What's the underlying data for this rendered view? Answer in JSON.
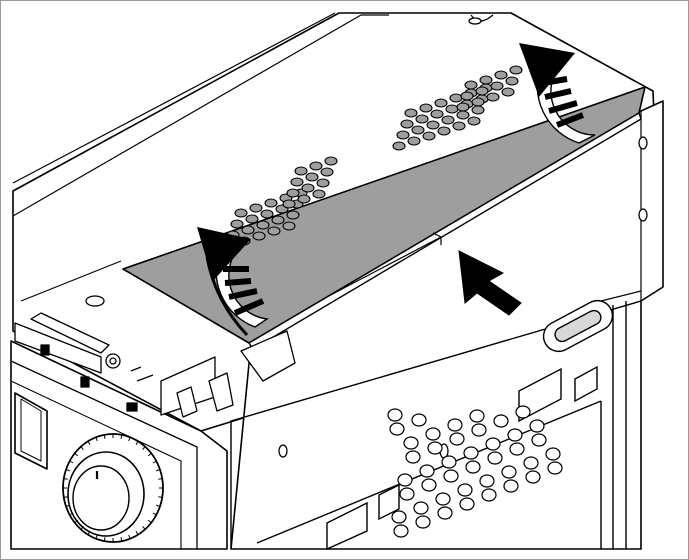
{
  "figure": {
    "kind": "technical-illustration",
    "subject": "device-chassis-top-cover-removal",
    "colors": {
      "line": "#000000",
      "cover_fill": "#9e9e9e",
      "chassis_fill": "#ffffff",
      "panel_fill": "#f2f2f2"
    },
    "icons": [
      "curved-lift-arrow",
      "curved-lift-arrow",
      "slide-arrow"
    ]
  }
}
